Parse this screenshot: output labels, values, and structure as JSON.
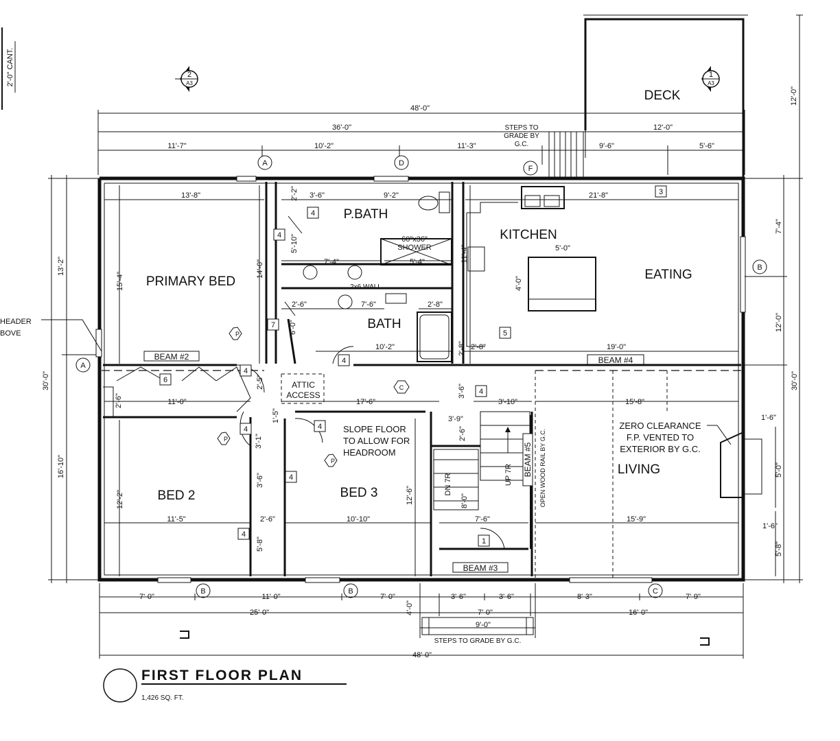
{
  "title": {
    "main": "FIRST FLOOR PLAN",
    "sub": "1,426 SQ. FT."
  },
  "rooms": {
    "deck": "DECK",
    "pbath": "P.BATH",
    "kitchen": "KITCHEN",
    "eating": "EATING",
    "primary_bed": "PRIMARY BED",
    "bath": "BATH",
    "bed2": "BED 2",
    "bed3": "BED 3",
    "living": "LIVING"
  },
  "notes": {
    "cant": "2'-0\" CANT.",
    "header1": "HEADER",
    "header2": "BOVE",
    "steps_top1": "STEPS TO",
    "steps_top2": "GRADE BY",
    "steps_top3": "G.C.",
    "shower1": "60\"x36\"",
    "shower2": "SHOWER",
    "wall2x6": "2x6 WALL",
    "attic1": "ATTIC",
    "attic2": "ACCESS",
    "slope1": "SLOPE FLOOR",
    "slope2": "TO ALLOW FOR",
    "slope3": "HEADROOM",
    "fp1": "ZERO CLEARANCE",
    "fp2": "F.P. VENTED TO",
    "fp3": "EXTERIOR  BY G.C.",
    "dn": "DN 7R",
    "up": "UP 7R",
    "rail": "OPEN WOOD RAIL BY G.C.",
    "steps_bottom": "STEPS TO GRADE BY G.C."
  },
  "beams": {
    "b2": "BEAM #2",
    "b3": "BEAM #3",
    "b4": "BEAM #4",
    "b5": "BEAM #5"
  },
  "section_markers": [
    {
      "num": "2",
      "sheet": "A3"
    },
    {
      "num": "1",
      "sheet": "A3"
    }
  ],
  "grid_tags": {
    "A": "A",
    "B": "B",
    "C": "C",
    "D": "D",
    "F": "F",
    "P": "P"
  },
  "door_tags": {
    "t1": "1",
    "t3": "3",
    "t4": "4",
    "t5": "5",
    "t6": "6",
    "t7": "7"
  },
  "dims": {
    "top_overall": "48'-0\"",
    "top_36": "36'-0\"",
    "top_12": "12'-0\"",
    "top_11_7": "11'-7\"",
    "top_10_2": "10'-2\"",
    "top_11_3": "11'-3\"",
    "top_9_6": "9'-6\"",
    "top_5_6": "5'-6\"",
    "deck_12": "12'-0\"",
    "left_13_2": "13'-2\"",
    "left_30": "30'-0\"",
    "left_16_10": "16'-10\"",
    "right_7_4": "7'-4\"",
    "right_12": "12'-0\"",
    "right_30": "30'-0\"",
    "right_5": "5'-0\"",
    "right_5_8": "5'-8\"",
    "fp_1_6a": "1'-6\"",
    "fp_1_6b": "1'-6\"",
    "i_13_8": "13'-8\"",
    "i_2_2": "2'-2\"",
    "i_3_6a": "3'-6\"",
    "i_9_2": "9'-2\"",
    "i_21_8": "21'-8\"",
    "i_5_10": "5'-10\"",
    "i_7_4": "7'-4\"",
    "i_5_4": "5'-4\"",
    "i_11_4": "11'-4\"",
    "i_5_0": "5'-0\"",
    "i_4_0": "4'-0\"",
    "i_15_4": "15'-4\"",
    "i_14_0": "14'-0\"",
    "i_2_6a": "2'-6\"",
    "i_7_6a": "7'-6\"",
    "i_2_8a": "2'-8\"",
    "i_6_0": "6'-0\"",
    "i_10_2": "10'-2\"",
    "i_2_8b": "2'-8\"",
    "i_2_8c": "2'-8\"",
    "i_19_0": "19'-0\"",
    "i_2_5": "2'-5\"",
    "i_2_6b": "2'-6\"",
    "i_11_0": "11'-0\"",
    "i_17_6": "17'-6\"",
    "i_3_6b": "3'-6\"",
    "i_3_10": "3'-10\"",
    "i_15_8": "15'-8\"",
    "i_1_5": "1'-5\"",
    "i_3_9": "3'-9\"",
    "i_2_6c": "2'-6\"",
    "i_3_1": "3'-1\"",
    "i_3_6c": "3'-6\"",
    "i_12_2": "12'-2\"",
    "i_12_6": "12'-6\"",
    "i_11_5": "11'-5\"",
    "i_10_10": "10'-10\"",
    "i_2_6d": "2'-6\"",
    "i_7_6b": "7'-6\"",
    "i_8_0": "8'-0\"",
    "i_15_9": "15'-9\"",
    "i_5_8": "5'-8\"",
    "b_7_0a": "7'-0\"",
    "b_11_0": "11'-0\"",
    "b_7_0b": "7'-0\"",
    "b_3_6a": "3'-6\"",
    "b_3_6b": "3'-6\"",
    "b_8_3": "8'-3\"",
    "b_7_9": "7'-9\"",
    "b_25_0": "25'-0\"",
    "b_7_0c": "7'-0\"",
    "b_16_0": "16'-0\"",
    "b_4_0": "4'-0\"",
    "b_9_0": "9'-0\"",
    "b_48_0": "48'-0\""
  }
}
